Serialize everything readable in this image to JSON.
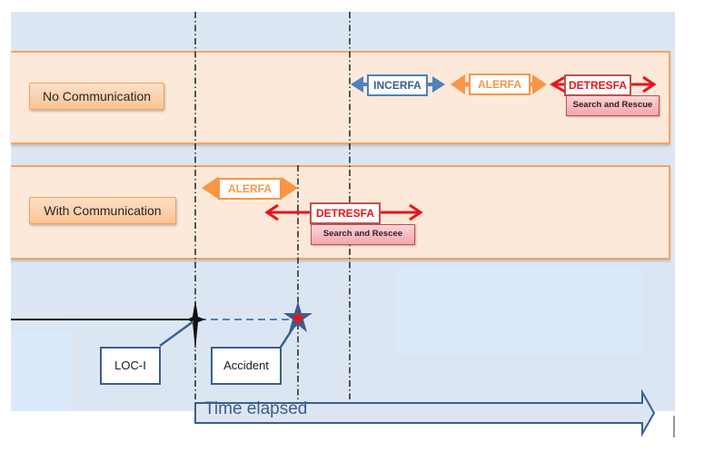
{
  "diagram": {
    "rows": [
      {
        "label": "No Communication",
        "phases": [
          {
            "name": "INCERFA",
            "color": "#4f81bd"
          },
          {
            "name": "ALERFA",
            "color": "#f79646"
          },
          {
            "name": "DETRESFA",
            "color": "#e8141a",
            "sub_label": "Search and Rescue"
          }
        ]
      },
      {
        "label": "With Communication",
        "phases": [
          {
            "name": "ALERFA",
            "color": "#f79646"
          },
          {
            "name": "DETRESFA",
            "color": "#e8141a",
            "sub_label": "Search and Rescee"
          }
        ]
      }
    ],
    "events": [
      {
        "label": "LOC-I",
        "marker": "four-point-star"
      },
      {
        "label": "Accident",
        "marker": "red-star"
      }
    ],
    "time_axis_label": "Time elapsed"
  },
  "colors": {
    "band_fill": "#fde9d9",
    "band_border": "#f4a460",
    "background": "#dce6f2",
    "axis_blue": "#3a5f8f",
    "incerfa_blue": "#4f81bd",
    "alerfa_orange": "#f79646",
    "detresfa_red": "#e8141a",
    "detresfa_border": "#c0504d"
  }
}
